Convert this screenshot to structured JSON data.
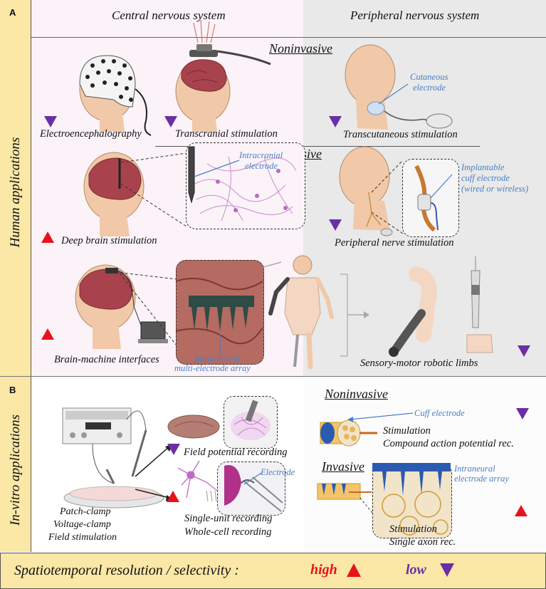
{
  "panel_a": {
    "letter": "A",
    "side_label": "Human applications",
    "col_left": "Central nervous system",
    "col_right": "Peripheral nervous system",
    "noninvasive": "Noninvasive",
    "invasive": "Invasive",
    "labels": {
      "eeg": "Electroencephalography",
      "tcs": "Transcranial stimulation",
      "tcut": "Transcutaneous stimulation",
      "dbs": "Deep brain stimulation",
      "pns": "Peripheral nerve stimulation",
      "bmi": "Brain-machine interfaces",
      "limbs": "Sensory-motor robotic limbs"
    },
    "blue_labels": {
      "cutaneous_1": "Cutaneous",
      "cutaneous_2": "electrode",
      "intracranial_1": "Intracranial",
      "intracranial_2": "electrode",
      "cuff_1": "Implantable",
      "cuff_2": "cuff electrode",
      "cuff_3": "(wired or wireless)",
      "intracortical_1": "Intracortical",
      "intracortical_2": "multi-electrode array"
    }
  },
  "panel_b": {
    "letter": "B",
    "side_label": "In-vitro applications",
    "noninvasive": "Noninvasive",
    "invasive": "Invasive",
    "left_labels": [
      "Patch-clamp",
      "Voltage-clamp",
      "Field stimulation"
    ],
    "field_potential": "Field potential recording",
    "single_unit": "Single-unit recording",
    "whole_cell": "Whole-cell recording",
    "electrode": "Electrode",
    "cuff_electrode": "Cuff electrode",
    "stim_1": "Stimulation",
    "cap_rec": "Compound action potential rec.",
    "intraneural_1": "Intraneural",
    "intraneural_2": "electrode array",
    "stim_2": "Stimulation",
    "single_axon": "Single axon rec."
  },
  "footer": {
    "title": "Spatiotemporal resolution / selectivity :",
    "high": "high",
    "low": "low"
  },
  "colors": {
    "high": "#e8121b",
    "low": "#6a2fa6",
    "blue_label": "#4a7fc6",
    "side_bg": "#fbe7a6"
  }
}
